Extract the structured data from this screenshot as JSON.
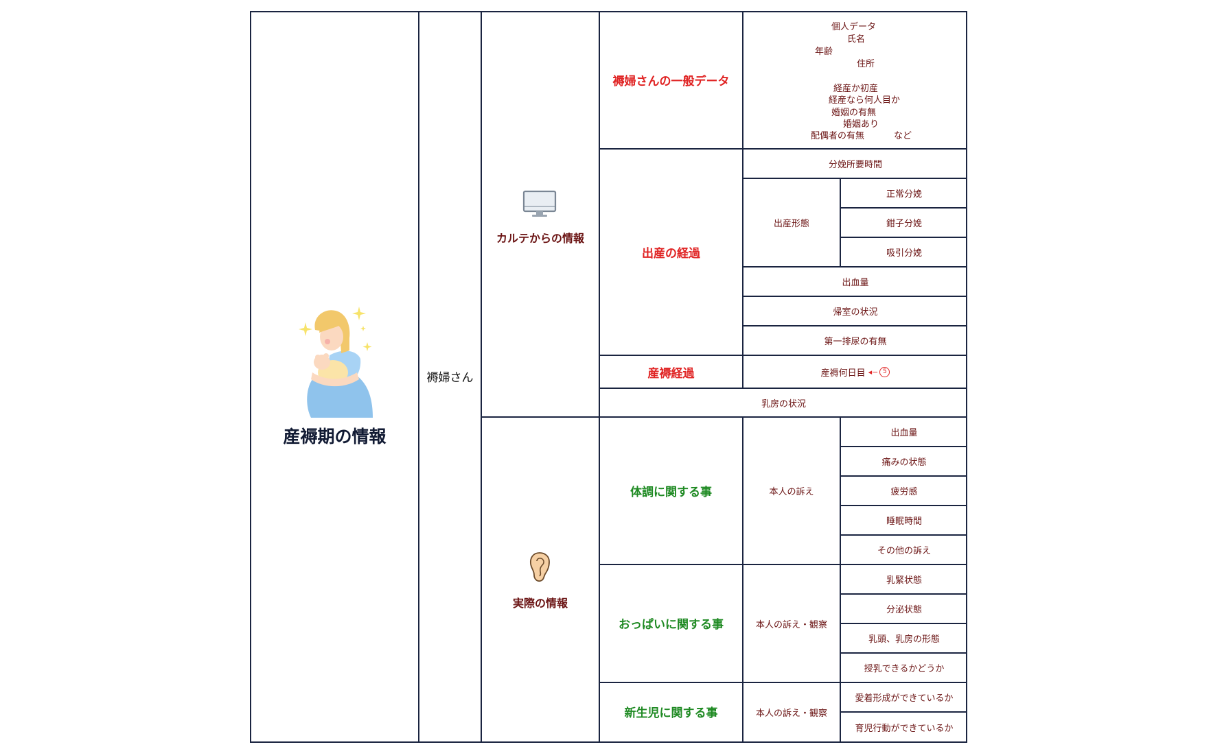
{
  "main_title": "産褥期の情報",
  "puerpera": "褥婦さん",
  "sources": {
    "chart_info": "カルテからの情報",
    "actual_info": "実際の情報"
  },
  "categories": {
    "general_data": "褥婦さんの一般データ",
    "delivery_course": "出産の経過",
    "postpartum_course": "産褥経過",
    "physical": "体調に関する事",
    "breast": "おっぱいに関する事",
    "newborn": "新生児に関する事"
  },
  "general_data_items": {
    "personal": "個人データ",
    "name": "氏名",
    "age": "年齢",
    "address": "住所",
    "parity": "経産か初産",
    "nth_birth": "経産なら何人目か",
    "marriage": "婚姻の有無",
    "married": "婚姻あり",
    "spouse": "配偶者の有無",
    "etc": "など"
  },
  "delivery_items": {
    "labor_time": "分娩所要時間",
    "delivery_type": "出産形態",
    "normal": "正常分娩",
    "forceps": "鉗子分娩",
    "vacuum": "吸引分娩",
    "blood_loss": "出血量",
    "return_room": "帰室の状況",
    "first_urination": "第一排尿の有無"
  },
  "postpartum_items": {
    "day": "産褥何日目",
    "badge_number": "5"
  },
  "breast_state": "乳房の状況",
  "physical_items": {
    "label": "本人の訴え",
    "items": [
      "出血量",
      "痛みの状態",
      "疲労感",
      "睡眠時間",
      "その他の訴え"
    ]
  },
  "breast_items": {
    "label": "本人の訴え・観察",
    "items": [
      "乳緊状態",
      "分泌状態",
      "乳頭、乳房の形態",
      "授乳できるかどうか"
    ]
  },
  "newborn_items": {
    "label": "本人の訴え・観察",
    "items": [
      "愛着形成ができているか",
      "育児行動ができているか"
    ]
  },
  "icons": {
    "monitor": "monitor-icon",
    "ear": "ear-icon",
    "mother": "breastfeeding-mother-illustration"
  },
  "colors": {
    "border": "#1a2440",
    "red_heading": "#e02424",
    "green_heading": "#1f8a23",
    "dark_text": "#6b1414"
  }
}
